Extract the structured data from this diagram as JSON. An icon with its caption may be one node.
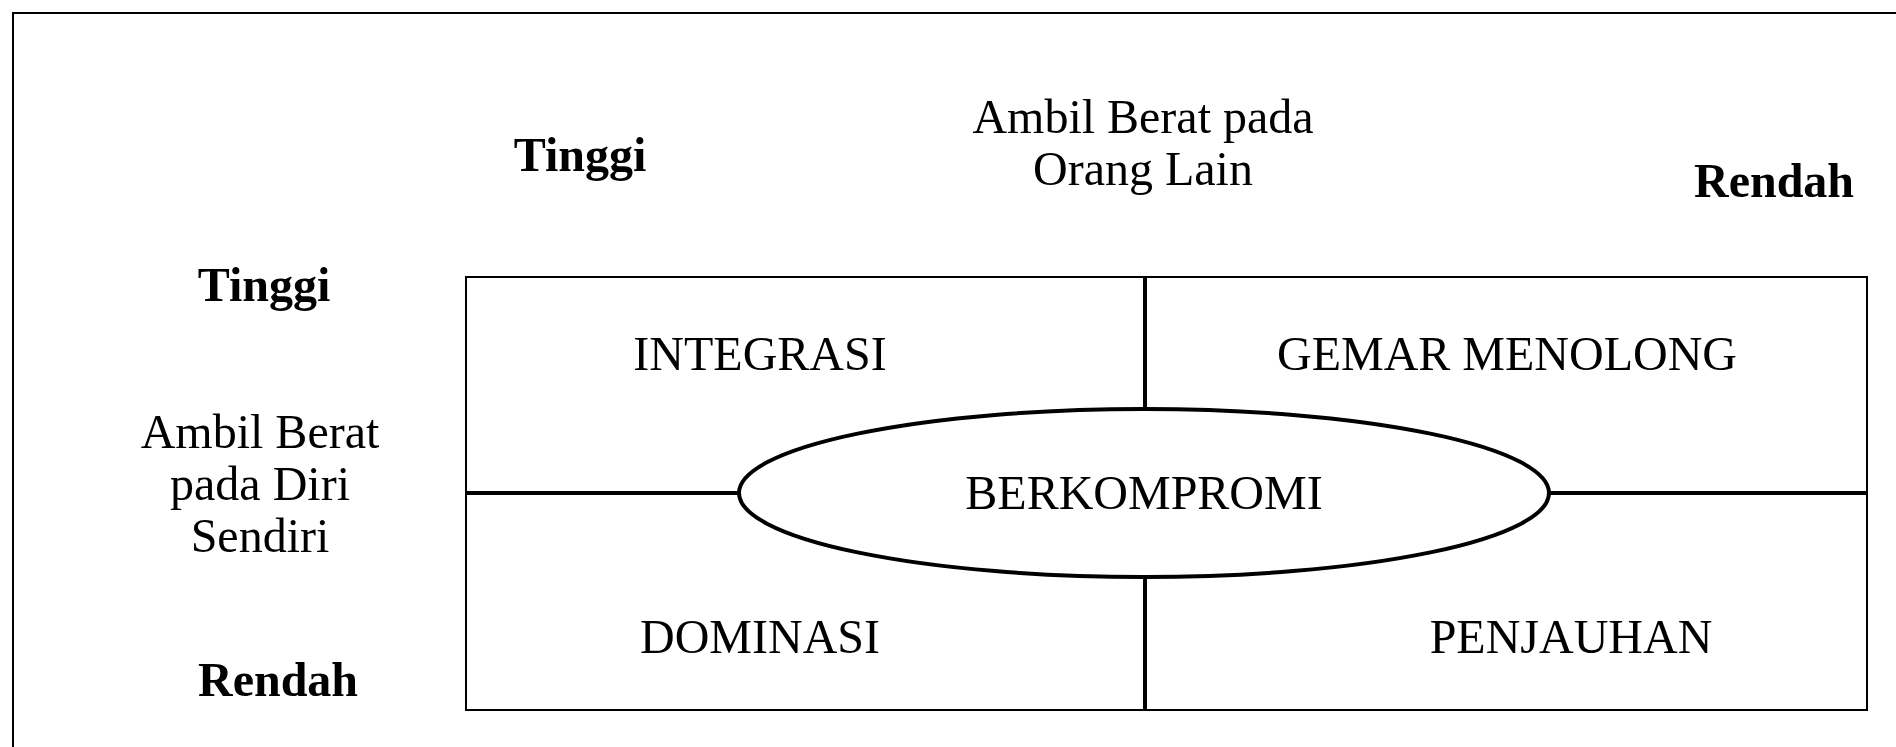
{
  "diagram": {
    "nodes": [
      {
        "text": [
          "INTEGRASI"
        ]
      },
      {
        "text": [
          "GEMAR MENOLONG"
        ]
      },
      {
        "text": [
          "BERKOMPROMI"
        ]
      },
      {
        "text": [
          "DOMINASI"
        ]
      },
      {
        "text": [
          "PENJAUHAN"
        ]
      }
    ],
    "labels": [
      "Tinggi",
      "Ambil Berat pada Orang Lain",
      "Rendah",
      "Tinggi",
      "Ambil Berat pada Diri Sendiri",
      "Rendah"
    ]
  }
}
